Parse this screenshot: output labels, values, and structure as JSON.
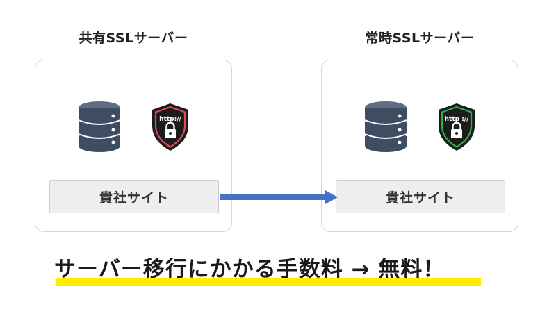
{
  "left_server": {
    "title": "共有SSLサーバー",
    "site_label": "貴社サイト",
    "shield_text": "http://",
    "shield_accent": "#e04a5a"
  },
  "right_server": {
    "title": "常時SSLサーバー",
    "site_label": "貴社サイト",
    "shield_text": "http ://",
    "shield_accent": "#2db04a"
  },
  "migration_arrow": {
    "color": "#4472c4"
  },
  "headline": {
    "text": "サーバー移行にかかる手数料 → 無料！",
    "highlight_color": "#ffec00"
  },
  "icons": {
    "database": "database-icon",
    "ssl_shield": "ssl-shield-lock-icon"
  }
}
